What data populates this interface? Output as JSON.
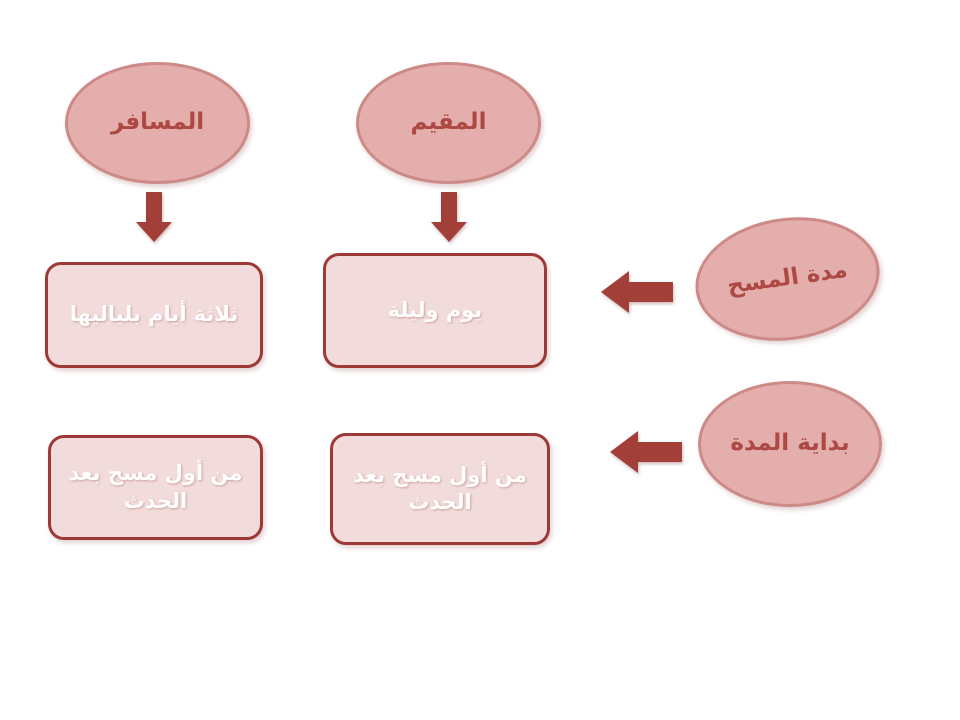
{
  "colors": {
    "background": "#ffffff",
    "ellipse-fill": "#e4aeac",
    "ellipse-border": "#cd8a87",
    "ellipse-text": "#ad4843",
    "rect-fill": "#f2dcdb",
    "rect-border": "#9d3936",
    "rect-text": "#ffffff",
    "arrow": "#a23f39"
  },
  "nodes": {
    "traveler": {
      "label": "المسافر"
    },
    "resident": {
      "label": "المقيم"
    },
    "wiping_duration": {
      "label": "مدة المسح"
    },
    "duration_start": {
      "label": "بداية المدة"
    },
    "traveler_duration": {
      "label": "ثلاثة أيام بلياليها"
    },
    "resident_duration": {
      "label": "يوم وليلة"
    },
    "traveler_start": {
      "label": "من أول مسح بعد الحدث"
    },
    "resident_start": {
      "label": "من أول مسح بعد الحدث"
    }
  },
  "icons": {
    "down_arrow": "block arrow pointing down",
    "left_arrow": "block arrow pointing left"
  }
}
